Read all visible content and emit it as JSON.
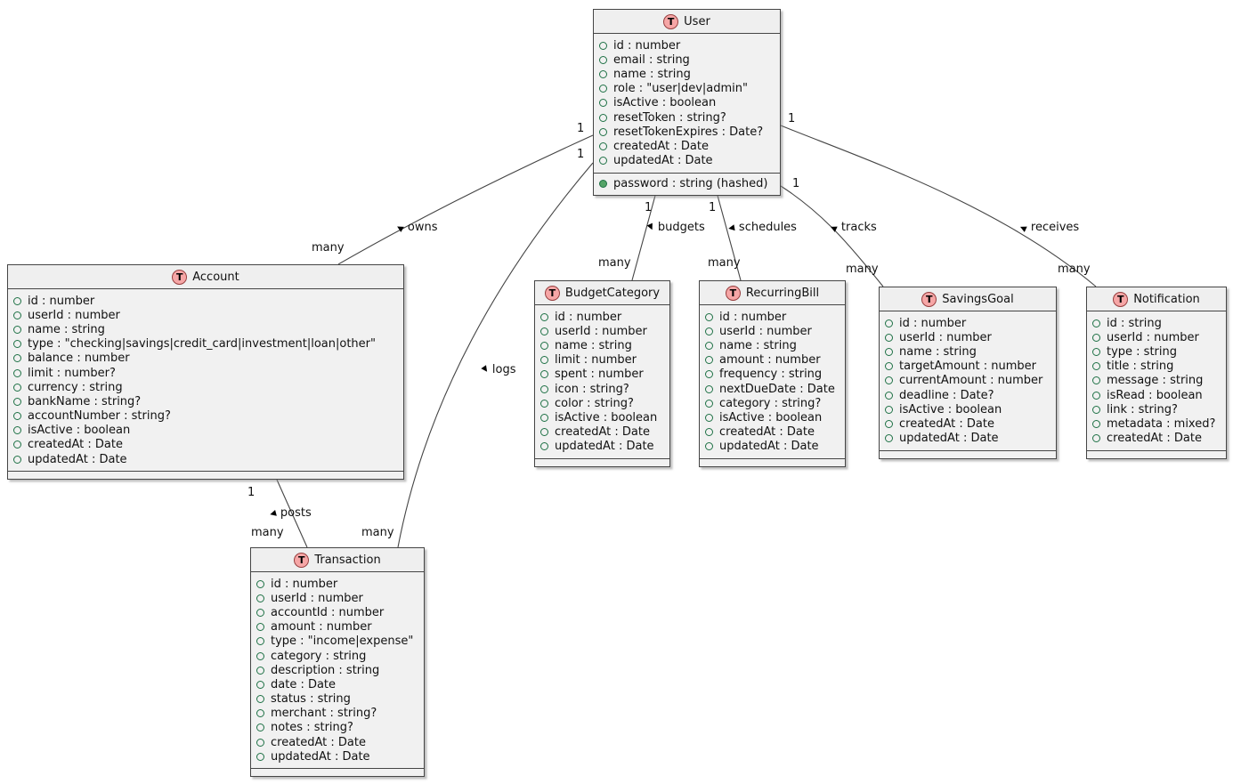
{
  "diagram": {
    "type": "uml-entity-relationship",
    "entity_stereotype_letter": "T",
    "colors": {
      "entity_background": "#f1f1f1",
      "entity_border": "#454545",
      "stereotype_circle_fill": "#f6a6a6",
      "stereotype_circle_border": "#963f3f",
      "field_circle_green": "#1e7145",
      "field_circle_filled_fill": "#55a468",
      "line_color": "#454545",
      "text_color": "#111111"
    }
  },
  "entities": [
    {
      "key": "user",
      "name": "User",
      "fields": [
        "id : number",
        "email : string",
        "name : string",
        "role : \"user|dev|admin\"",
        "isActive : boolean",
        "resetToken : string?",
        "resetTokenExpires : Date?",
        "createdAt : Date",
        "updatedAt : Date"
      ],
      "extra_fields": [
        "password : string (hashed)"
      ]
    },
    {
      "key": "account",
      "name": "Account",
      "fields": [
        "id : number",
        "userId : number",
        "name : string",
        "type : \"checking|savings|credit_card|investment|loan|other\"",
        "balance : number",
        "limit : number?",
        "currency : string",
        "bankName : string?",
        "accountNumber : string?",
        "isActive : boolean",
        "createdAt : Date",
        "updatedAt : Date"
      ],
      "extra_fields": []
    },
    {
      "key": "budgetcategory",
      "name": "BudgetCategory",
      "fields": [
        "id : number",
        "userId : number",
        "name : string",
        "limit : number",
        "spent : number",
        "icon : string?",
        "color : string?",
        "isActive : boolean",
        "createdAt : Date",
        "updatedAt : Date"
      ],
      "extra_fields": []
    },
    {
      "key": "recurringbill",
      "name": "RecurringBill",
      "fields": [
        "id : number",
        "userId : number",
        "name : string",
        "amount : number",
        "frequency : string",
        "nextDueDate : Date",
        "category : string?",
        "isActive : boolean",
        "createdAt : Date",
        "updatedAt : Date"
      ],
      "extra_fields": []
    },
    {
      "key": "savingsgoal",
      "name": "SavingsGoal",
      "fields": [
        "id : number",
        "userId : number",
        "name : string",
        "targetAmount : number",
        "currentAmount : number",
        "deadline : Date?",
        "isActive : boolean",
        "createdAt : Date",
        "updatedAt : Date"
      ],
      "extra_fields": []
    },
    {
      "key": "notification",
      "name": "Notification",
      "fields": [
        "id : string",
        "userId : number",
        "type : string",
        "title : string",
        "message : string",
        "isRead : boolean",
        "link : string?",
        "metadata : mixed?",
        "createdAt : Date"
      ],
      "extra_fields": []
    },
    {
      "key": "transaction",
      "name": "Transaction",
      "fields": [
        "id : number",
        "userId : number",
        "accountId : number",
        "amount : number",
        "type : \"income|expense\"",
        "category : string",
        "description : string",
        "date : Date",
        "status : string",
        "merchant : string?",
        "notes : string?",
        "createdAt : Date",
        "updatedAt : Date"
      ],
      "extra_fields": []
    }
  ],
  "relationships": [
    {
      "name": "owns",
      "from": "User",
      "from_card": "1",
      "to": "Account",
      "to_card": "many"
    },
    {
      "name": "logs",
      "from": "User",
      "from_card": "1",
      "to": "Transaction",
      "to_card": "many"
    },
    {
      "name": "budgets",
      "from": "User",
      "from_card": "1",
      "to": "BudgetCategory",
      "to_card": "many"
    },
    {
      "name": "schedules",
      "from": "User",
      "from_card": "1",
      "to": "RecurringBill",
      "to_card": "many"
    },
    {
      "name": "tracks",
      "from": "User",
      "from_card": "1",
      "to": "SavingsGoal",
      "to_card": "many"
    },
    {
      "name": "receives",
      "from": "User",
      "from_card": "1",
      "to": "Notification",
      "to_card": "many"
    },
    {
      "name": "posts",
      "from": "Account",
      "from_card": "1",
      "to": "Transaction",
      "to_card": "many"
    }
  ]
}
